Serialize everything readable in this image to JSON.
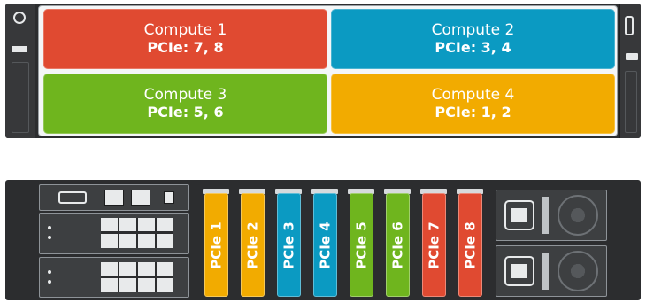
{
  "front": {
    "sleds": [
      {
        "title": "Compute 1",
        "pcie": "PCIe: 7, 8",
        "color": "#e04a31"
      },
      {
        "title": "Compute 2",
        "pcie": "PCIe: 3, 4",
        "color": "#0b9ac2"
      },
      {
        "title": "Compute 3",
        "pcie": "PCIe: 5, 6",
        "color": "#6fb51e"
      },
      {
        "title": "Compute 4",
        "pcie": "PCIe: 1, 2",
        "color": "#f2ab00"
      }
    ]
  },
  "rear": {
    "pcie_slots": [
      {
        "label": "PCIe 1",
        "color": "#f2ab00"
      },
      {
        "label": "PCIe 2",
        "color": "#f2ab00"
      },
      {
        "label": "PCIe 3",
        "color": "#0b9ac2"
      },
      {
        "label": "PCIe 4",
        "color": "#0b9ac2"
      },
      {
        "label": "PCIe 5",
        "color": "#6fb51e"
      },
      {
        "label": "PCIe 6",
        "color": "#6fb51e"
      },
      {
        "label": "PCIe 7",
        "color": "#e04a31"
      },
      {
        "label": "PCIe 8",
        "color": "#e04a31"
      }
    ]
  }
}
